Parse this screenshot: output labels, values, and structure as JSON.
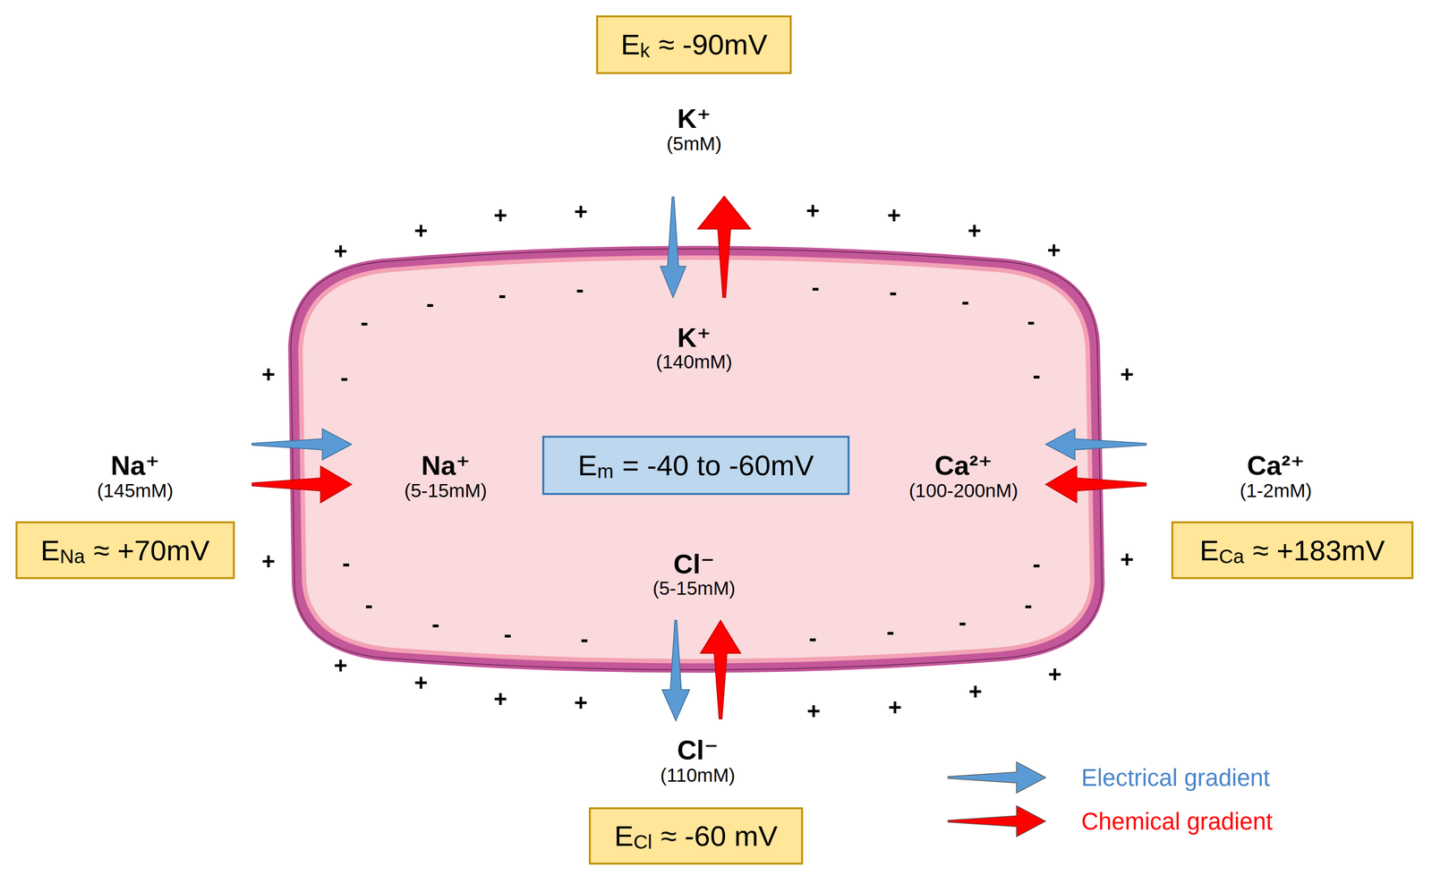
{
  "diagram": {
    "nodes": [
      {
        "text": [
          "E",
          "k",
          "≈ -90mV"
        ]
      },
      {
        "text": [
          "E",
          "Na",
          "≈ +70mV"
        ]
      },
      {
        "text": [
          "E",
          "m",
          "= -40 to -60mV"
        ]
      },
      {
        "text": [
          "E",
          "Ca",
          "≈ +183mV"
        ]
      },
      {
        "text": [
          "E",
          "Cl",
          "≈ -60 mV"
        ]
      }
    ],
    "labels": [
      "K⁺",
      "(5mM)",
      "K⁺",
      "(140mM)",
      "Na⁺",
      "(145mM)",
      "Na⁺",
      "(5-15mM)",
      "Ca²⁺",
      "(100-200nM)",
      "Ca²⁺",
      "(1-2mM)",
      "Cl⁻",
      "(5-15mM)",
      "Cl⁻",
      "(110mM)",
      "+",
      "+",
      "+",
      "+",
      "+",
      "+",
      "+",
      "+",
      "+",
      "+",
      "+",
      "+",
      "+",
      "+",
      "+",
      "+",
      "+",
      "+",
      "+",
      "+",
      "-",
      "-",
      "-",
      "-",
      "-",
      "-",
      "-",
      "-",
      "-",
      "-",
      "-",
      "-",
      "-",
      "-",
      "-",
      "-",
      "-",
      "-",
      "-",
      "-"
    ],
    "legend": [
      {
        "text": "Electrical gradient",
        "color": "#5b9bd5"
      },
      {
        "text": "Chemical gradient",
        "color": "#ff0000"
      }
    ]
  }
}
